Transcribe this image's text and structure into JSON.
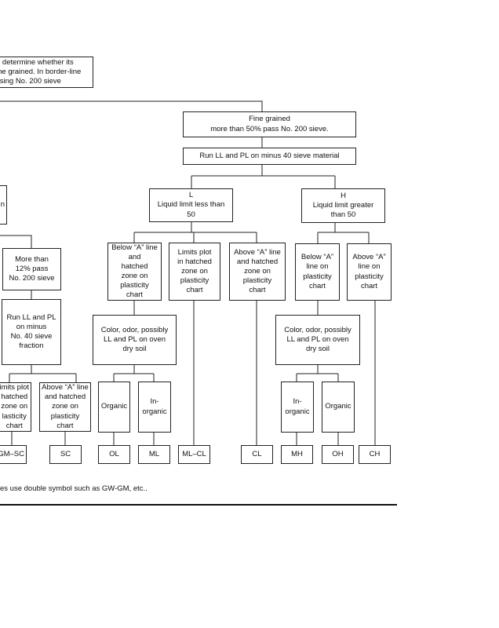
{
  "intro_box": "o determine whether its\nine grained. In border-line\nssing No. 200 sieve",
  "left_partial_box": "n",
  "fine_grained": "Fine grained\nmore than 50% pass No. 200 sieve.",
  "run_ll_pl": "Run LL and PL on minus 40 sieve material",
  "l_box": "L\nLiquid limit less than\n50",
  "h_box": "H\nLiquid limit greater\nthan 50",
  "more_than_12": "More than\n12% pass\nNo. 200 sieve",
  "run_ll_pl_40": "Run LL and PL\non minus\nNo. 40 sieve\nfraction",
  "limits_plot_left": "imits plot\nhatched\nzone on\nlasticity\nchart",
  "above_a_left": "Above “A” line\nand hatched\nzone on\nplasticity\nchart",
  "below_a_l": "Below “A” line\nand\nhatched\nzone on\nplasticity\nchart",
  "limits_plot_l": "Limits plot\nin hatched\nzone on\nplasticity\nchart",
  "above_a_l": "Above “A” line\nand hatched\nzone on\nplasticity\nchart",
  "below_a_h": "Below “A”\nline on\nplasticity\nchart",
  "above_a_h": "Above “A”\nline on\nplasticity\nchart",
  "color_odor_l": "Color, odor, possibly\nLL and PL on oven\ndry soil",
  "color_odor_h": "Color, odor, possibly\nLL and PL on oven\ndry soil",
  "organic_l": "Organic",
  "inorganic_l": "In-\norganic",
  "inorganic_h": "In-\norganic",
  "organic_h": "Organic",
  "symbols": {
    "gm_sc": "GM–SC",
    "sc": "SC",
    "ol": "OL",
    "ml": "ML",
    "ml_cl": "ML–CL",
    "cl": "CL",
    "mh": "MH",
    "oh": "OH",
    "ch": "CH"
  },
  "footnote": "es use double symbol such as GW-GM, etc.."
}
